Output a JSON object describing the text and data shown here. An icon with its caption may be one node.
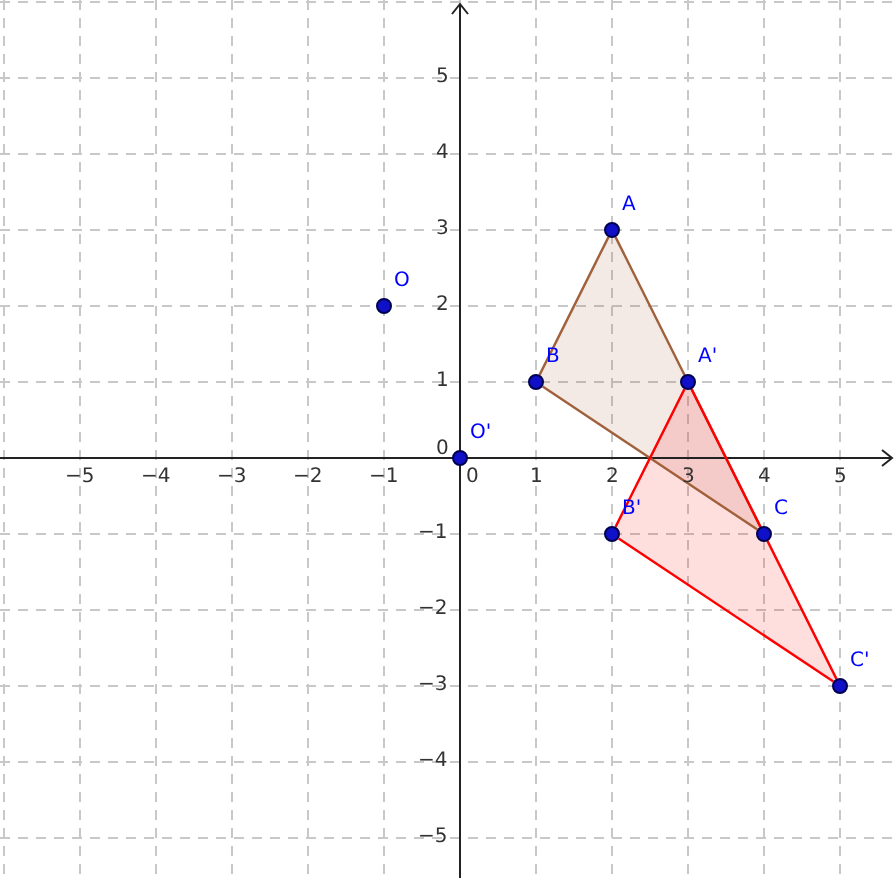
{
  "diagram": {
    "nodes": [
      {
        "text": [
          "A"
        ]
      },
      {
        "text": [
          "O"
        ]
      },
      {
        "text": [
          "B"
        ]
      },
      {
        "text": [
          "A'"
        ]
      },
      {
        "text": [
          "O'"
        ]
      },
      {
        "text": [
          "B'"
        ]
      },
      {
        "text": [
          "C"
        ]
      },
      {
        "text": [
          "C'"
        ]
      }
    ],
    "edges": [
      {
        "from": 0,
        "to": 2,
        "arrow": "none",
        "color": "#a0603a"
      },
      {
        "from": 2,
        "to": 6,
        "arrow": "none",
        "color": "#a0603a"
      },
      {
        "from": 6,
        "to": 0,
        "arrow": "none",
        "color": "#a0603a"
      },
      {
        "from": 3,
        "to": 5,
        "arrow": "none",
        "color": "#ff0000"
      },
      {
        "from": 5,
        "to": 7,
        "arrow": "none",
        "color": "#ff0000"
      },
      {
        "from": 7,
        "to": 3,
        "arrow": "none",
        "color": "#ff0000"
      }
    ],
    "labels": [
      "5",
      "4",
      "3",
      "2",
      "1",
      "0",
      "−5",
      "−4",
      "−3",
      "−2",
      "−1",
      "0",
      "1",
      "2",
      "3",
      "4",
      "5",
      "−1",
      "−2",
      "−3",
      "−4",
      "−5"
    ]
  }
}
